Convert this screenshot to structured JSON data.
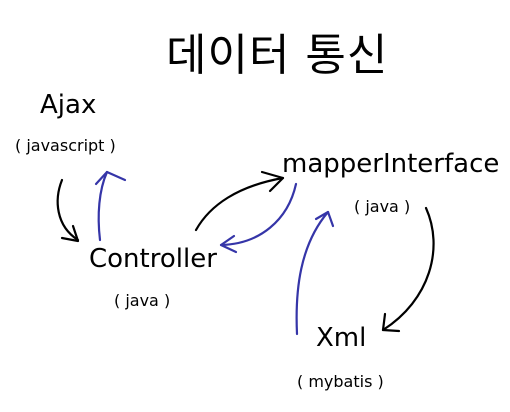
{
  "title": "데이터 통신",
  "nodes": {
    "ajax": {
      "label": "Ajax",
      "sub": "( javascript )"
    },
    "controller": {
      "label": "Controller",
      "sub": "( java )"
    },
    "mapper": {
      "label": "mapperInterface",
      "sub": "( java )"
    },
    "xml": {
      "label": "Xml",
      "sub": "( mybatis )"
    }
  },
  "colors": {
    "request_arrow": "#000000",
    "response_arrow": "#3535a8",
    "text": "#000000",
    "background": "#ffffff"
  },
  "edges": [
    {
      "from": "Ajax",
      "to": "Controller",
      "color": "request_arrow"
    },
    {
      "from": "Controller",
      "to": "Ajax",
      "color": "response_arrow"
    },
    {
      "from": "Controller",
      "to": "mapperInterface",
      "color": "request_arrow"
    },
    {
      "from": "mapperInterface",
      "to": "Controller",
      "color": "response_arrow"
    },
    {
      "from": "mapperInterface",
      "to": "Xml",
      "color": "request_arrow"
    },
    {
      "from": "Xml",
      "to": "mapperInterface",
      "color": "response_arrow"
    }
  ]
}
